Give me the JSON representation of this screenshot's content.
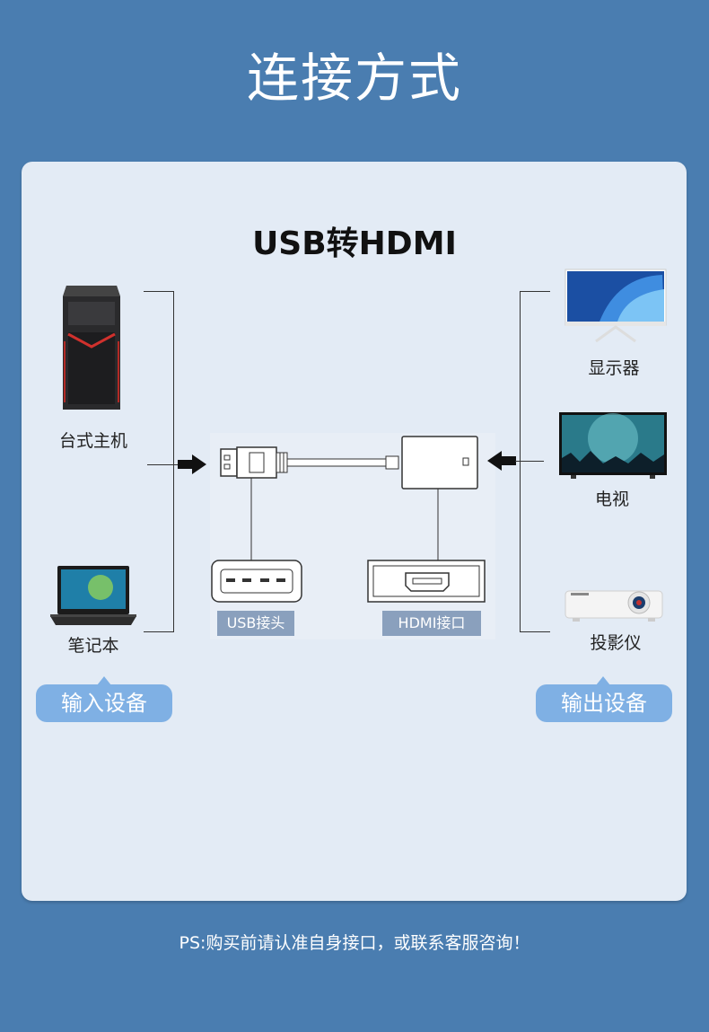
{
  "title": "连接方式",
  "card": {
    "heading": "USB转HDMI",
    "inputs": [
      {
        "label": "台式主机",
        "icon": "desktop-tower-icon"
      },
      {
        "label": "笔记本",
        "icon": "laptop-icon"
      }
    ],
    "outputs": [
      {
        "label": "显示器",
        "icon": "monitor-icon"
      },
      {
        "label": "电视",
        "icon": "tv-icon"
      },
      {
        "label": "投影仪",
        "icon": "projector-icon"
      }
    ],
    "adapter": {
      "usb_tag": "USB接头",
      "hdmi_tag": "HDMI接口"
    },
    "input_group_label": "输入设备",
    "output_group_label": "输出设备"
  },
  "footer": "PS:购买前请认准自身接口，或联系客服咨询！",
  "colors": {
    "background": "#4a7db0",
    "card": "#e3ebf5",
    "pill": "#7fb0e4",
    "tag": "#8aa0bd"
  }
}
